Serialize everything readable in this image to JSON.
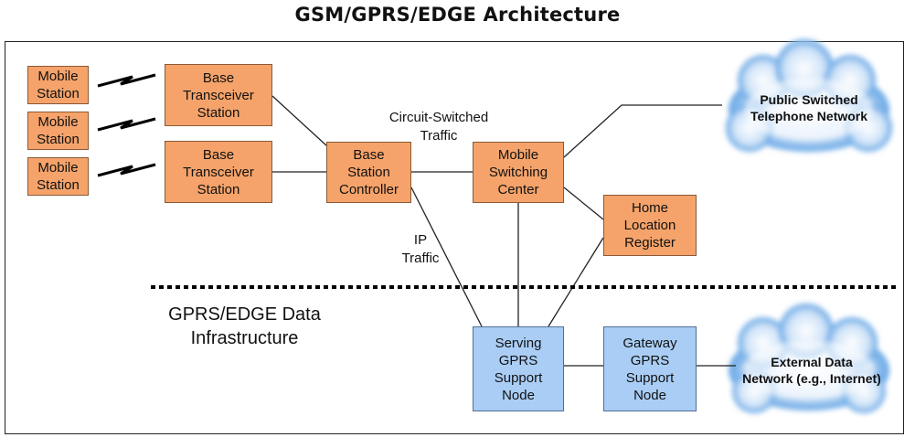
{
  "title": "GSM/GPRS/EDGE Architecture",
  "nodes": {
    "ms1": "Mobile\nStation",
    "ms2": "Mobile\nStation",
    "ms3": "Mobile\nStation",
    "bts1": "Base\nTransceiver\nStation",
    "bts2": "Base\nTransceiver\nStation",
    "bsc": "Base\nStation\nController",
    "msc": "Mobile\nSwitching\nCenter",
    "hlr": "Home\nLocation\nRegister",
    "sgsn": "Serving\nGPRS\nSupport\nNode",
    "ggsn": "Gateway\nGPRS\nSupport\nNode"
  },
  "clouds": {
    "pstn": "Public Switched\nTelephone Network",
    "external": "External Data\nNetwork (e.g., Internet)"
  },
  "labels": {
    "circuit": "Circuit-Switched\nTraffic",
    "ip": "IP\nTraffic",
    "infra": "GPRS/EDGE Data\nInfrastructure"
  },
  "colors": {
    "circuit_node": "#f5a36a",
    "data_node": "#a9cdf5",
    "cloud": "#2f86d6"
  }
}
